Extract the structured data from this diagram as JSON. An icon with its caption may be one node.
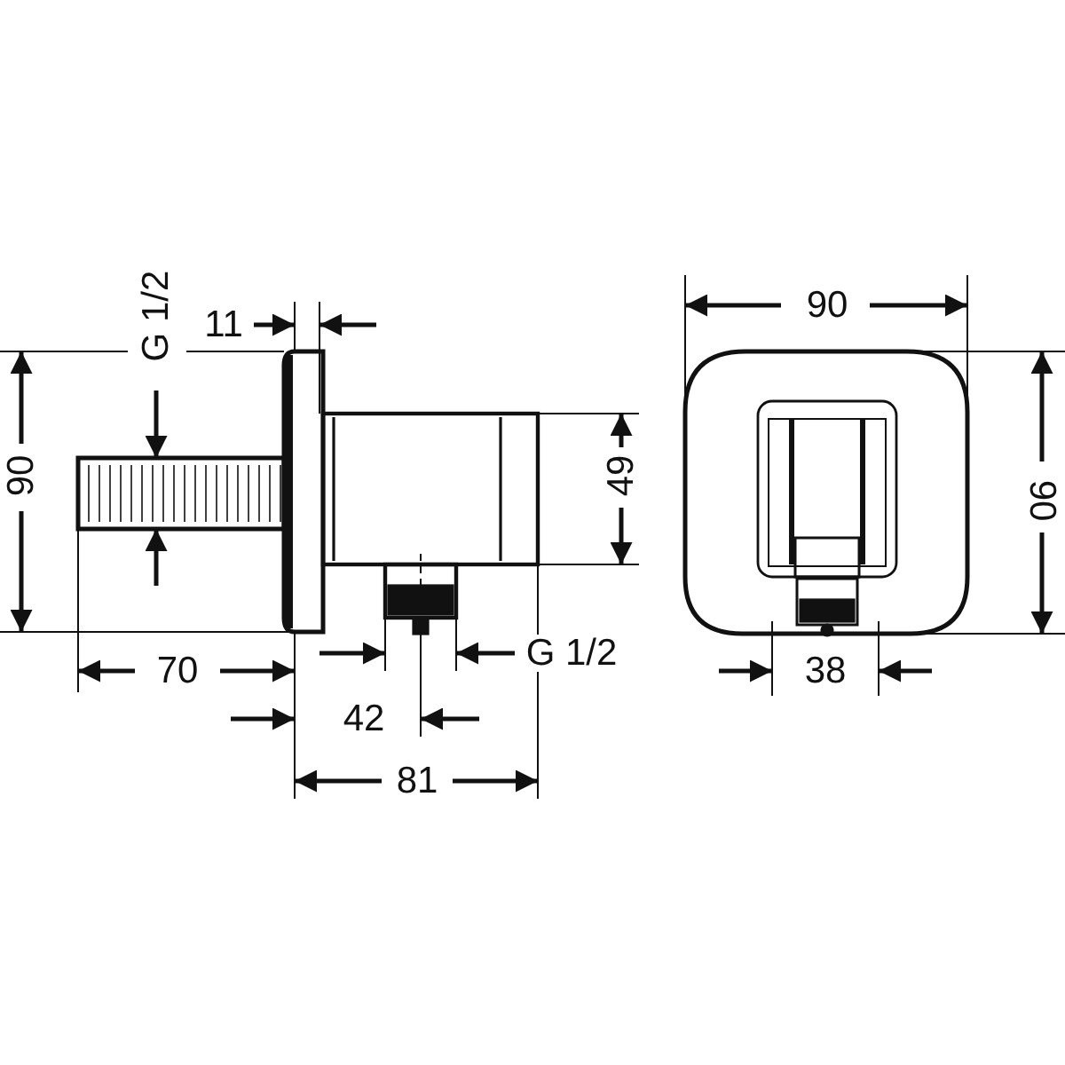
{
  "diagram": {
    "labels": [
      "G 1/2",
      "11",
      "90",
      "90",
      "49",
      "90",
      "G 1/2",
      "70",
      "38",
      "42",
      "81"
    ]
  }
}
